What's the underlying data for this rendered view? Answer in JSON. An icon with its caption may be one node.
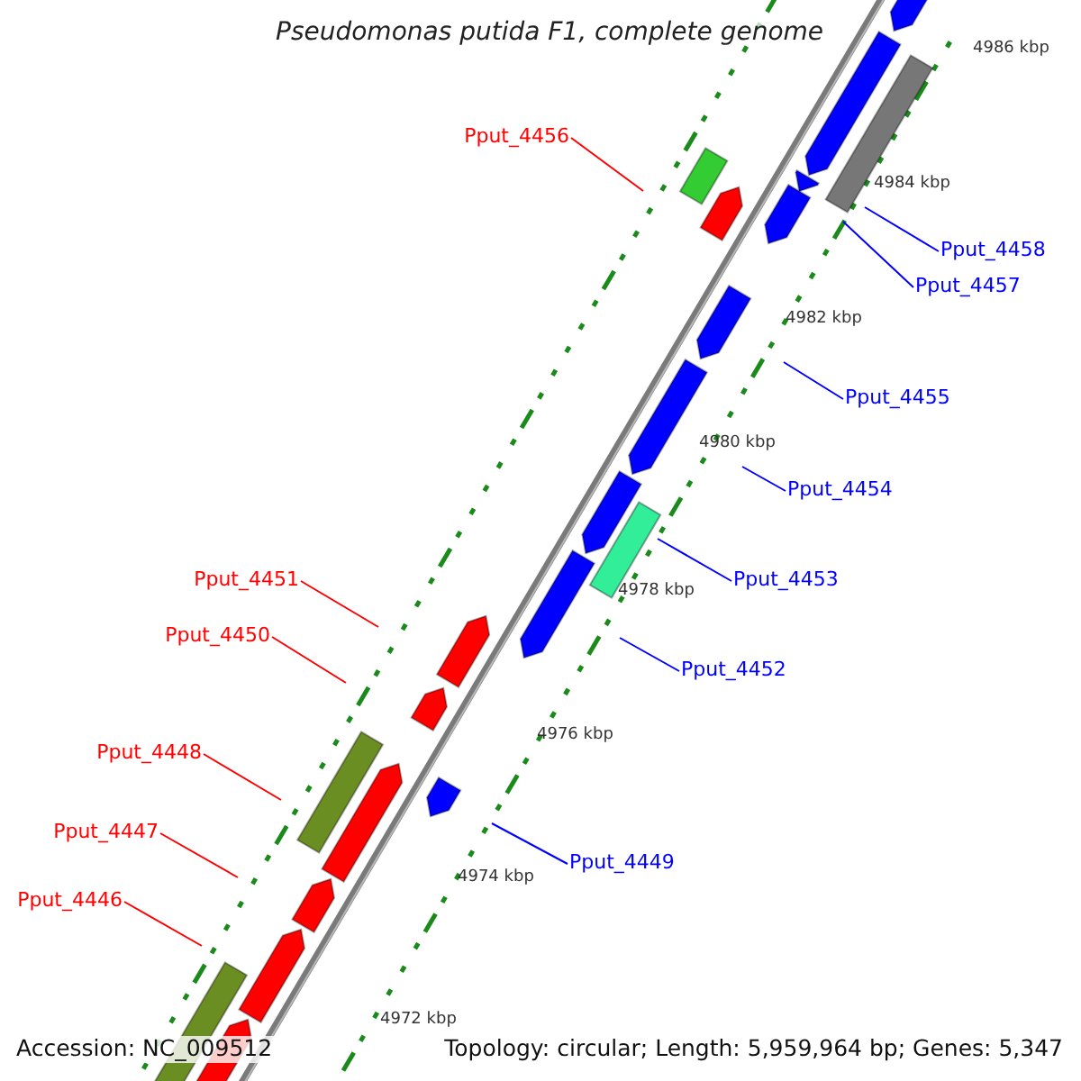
{
  "diagram": {
    "title": "Pseudomonas putida F1, complete genome",
    "nodes": [
      {
        "text": [
          "Pput_4456"
        ]
      },
      {
        "text": [
          "Pput_4458"
        ]
      },
      {
        "text": [
          "Pput_4457"
        ]
      },
      {
        "text": [
          "Pput_4455"
        ]
      },
      {
        "text": [
          "Pput_4454"
        ]
      },
      {
        "text": [
          "Pput_4453"
        ]
      },
      {
        "text": [
          "Pput_4451"
        ]
      },
      {
        "text": [
          "Pput_4452"
        ]
      },
      {
        "text": [
          "Pput_4450"
        ]
      },
      {
        "text": [
          "Pput_4448"
        ]
      },
      {
        "text": [
          "Pput_4449"
        ]
      },
      {
        "text": [
          "Pput_4447"
        ]
      },
      {
        "text": [
          "Pput_4446"
        ]
      }
    ],
    "edges": [
      {
        "from": 0,
        "to": null,
        "arrow": "none",
        "color": "#ff0000"
      },
      {
        "from": 1,
        "to": null,
        "arrow": "none"
      },
      {
        "from": 2,
        "to": null,
        "arrow": "none"
      },
      {
        "from": 3,
        "to": null,
        "arrow": "none"
      },
      {
        "from": 4,
        "to": null,
        "arrow": "none"
      },
      {
        "from": 5,
        "to": null,
        "arrow": "none"
      },
      {
        "from": 6,
        "to": null,
        "arrow": "none",
        "color": "#ff0000"
      },
      {
        "from": 7,
        "to": null,
        "arrow": "none"
      },
      {
        "from": 8,
        "to": null,
        "arrow": "none",
        "color": "#ff0000"
      },
      {
        "from": 9,
        "to": null,
        "arrow": "none",
        "color": "#ff0000"
      },
      {
        "from": 10,
        "to": null,
        "arrow": "none"
      },
      {
        "from": 11,
        "to": null,
        "arrow": "none",
        "color": "#ff0000"
      },
      {
        "from": 12,
        "to": null,
        "arrow": "none",
        "color": "#ff0000"
      }
    ],
    "labels": [
      "4986 kbp",
      "4984 kbp",
      "4982 kbp",
      "4980 kbp",
      "4978 kbp",
      "4976 kbp",
      "4974 kbp",
      "4972 kbp",
      "Accession: NC_009512",
      "Topology: circular; Length: 5,959,964 bp; Genes: 5,347"
    ]
  }
}
